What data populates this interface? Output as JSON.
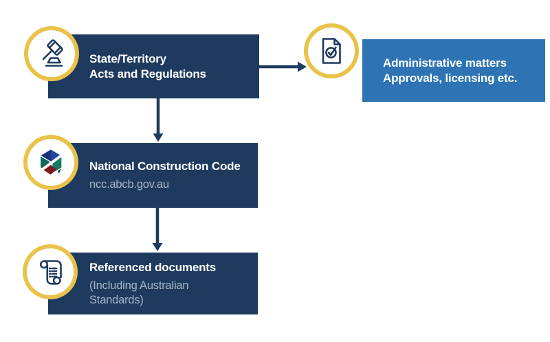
{
  "diagram": {
    "background": "#ffffff",
    "colors": {
      "navy": "#1e3a5e",
      "light_blue": "#2e74b5",
      "ring_yellow": "#e9c24a",
      "secondary_text": "#a9b6c8",
      "title_text": "#ffffff"
    },
    "nodes": {
      "state_territory": {
        "line1": "State/Territory",
        "line2": "Acts and Regulations",
        "icon": "gavel-icon",
        "style": "dark-navy"
      },
      "administrative": {
        "line1": "Administrative matters",
        "line2": "Approvals, licensing etc.",
        "icon": "document-check-icon",
        "style": "light-blue"
      },
      "ncc": {
        "title": "National Construction Code",
        "subtitle": "ncc.abcb.gov.au",
        "icon": "ncc-cube-icon",
        "style": "dark-navy"
      },
      "referenced_documents": {
        "title": "Referenced documents",
        "subtitle": "(Including Australian Standards)",
        "icon": "scroll-icon",
        "style": "dark-navy"
      }
    },
    "connections": [
      {
        "from": "state_territory",
        "to": "administrative",
        "direction": "right"
      },
      {
        "from": "state_territory",
        "to": "ncc",
        "direction": "down"
      },
      {
        "from": "ncc",
        "to": "referenced_documents",
        "direction": "down"
      }
    ]
  }
}
